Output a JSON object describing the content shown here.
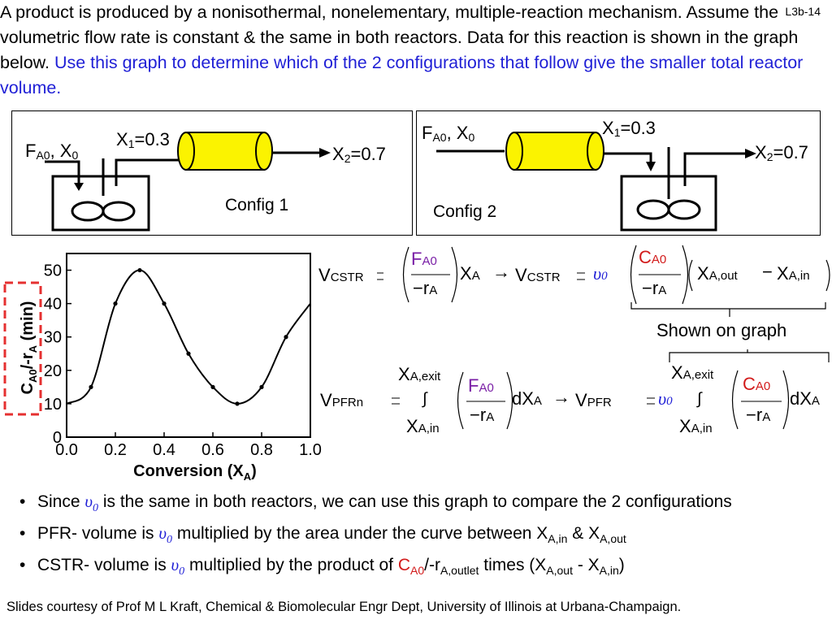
{
  "slide_number": "L3b-14",
  "intro_black": "A product is produced by a nonisothermal, nonelementary, multiple-reaction mechanism.  Assume the volumetric flow rate is constant & the same in both reactors. Data for this reaction is shown in the graph below.",
  "intro_blue": "Use this graph to determine which of the 2 configurations that follow give the smaller total reactor volume.",
  "config1": {
    "label": "Config 1",
    "x1": "X",
    "x1_sub": "1",
    "x1_val": "=0.3",
    "feed": "F",
    "feed_sub": "A0",
    "feed_x": ", X",
    "feed_x_sub": "0",
    "x2": "X",
    "x2_sub": "2",
    "x2_val": "=0.7"
  },
  "config2": {
    "label": "Config 2",
    "x1": "X",
    "x1_sub": "1",
    "x1_val": "=0.3",
    "feed": "F",
    "feed_sub": "A0",
    "feed_x": ", X",
    "feed_x_sub": "0",
    "x2": "X",
    "x2_sub": "2",
    "x2_val": "=0.7"
  },
  "eq_cstr": {
    "v": "V",
    "v_sub": "CSTR",
    "num1": "F",
    "num1_sub": "A0",
    "den1": "−r",
    "den1_sub": "A",
    "xa": "X",
    "xa_sub": "A",
    "arrow": "→",
    "v2": "V",
    "v2_sub": "CSTR",
    "nu": "υ",
    "nu_sub": "0",
    "num2": "C",
    "num2_sub": "A0",
    "den2": "−r",
    "den2_sub": "A",
    "xo": "X",
    "xo_sub": "A,out",
    "minus": "−",
    "xi": "X",
    "xi_sub": "A,in"
  },
  "shown_on_graph": "Shown on graph",
  "eq_pfr": {
    "v": "V",
    "v_sub": "PFRn",
    "upper": "X",
    "upper_sub": "A,exit",
    "lower": "X",
    "lower_sub": "A,in",
    "num1": "F",
    "num1_sub": "A0",
    "den1": "−r",
    "den1_sub": "A",
    "dx": "dX",
    "dx_sub": "A",
    "arrow": "→",
    "v2": "V",
    "v2_sub": "PFR",
    "nu": "υ",
    "nu_sub": "0",
    "num2": "C",
    "num2_sub": "A0",
    "den2": "−r",
    "den2_sub": "A"
  },
  "bullets": [
    {
      "a": "Since ",
      "nu": "υ",
      "nu_sub": "0",
      "b": " is the same in both reactors, we can use this graph to compare the 2 configurations"
    },
    {
      "a": "PFR- volume is ",
      "nu": "υ",
      "nu_sub": "0",
      "b": " multiplied by the area under the curve between X",
      "b_sub": "A,in",
      "c": " & X",
      "c_sub": "A,out"
    },
    {
      "a": "CSTR- volume is ",
      "nu": "υ",
      "nu_sub": "0",
      "b": " multiplied by the product of ",
      "red": "C",
      "red_sub": "A0",
      "c": "/-r",
      "c_sub": "A,outlet",
      "d": " times (X",
      "d_sub": "A,out",
      "e": " - X",
      "e_sub": "A,in",
      "f": ")"
    }
  ],
  "footer": "Slides courtesy of Prof M L Kraft, Chemical & Biomolecular Engr Dept, University of Illinois at Urbana-Champaign.",
  "chart_data": {
    "type": "line",
    "x": [
      0.0,
      0.1,
      0.2,
      0.3,
      0.4,
      0.5,
      0.6,
      0.7,
      0.8,
      0.9,
      1.0
    ],
    "y": [
      10,
      15,
      40,
      50,
      40,
      25,
      15,
      10,
      15,
      30,
      40
    ],
    "xlabel": "Conversion (X",
    "xlabel_sub": "A",
    "xlabel_end": ")",
    "ylabel": "C",
    "ylabel_sub1": "A0",
    "ylabel_mid": "/-r",
    "ylabel_sub2": "A",
    "ylabel_end": " (min)",
    "xticks": [
      "0.0",
      "0.2",
      "0.4",
      "0.6",
      "0.8",
      "1.0"
    ],
    "yticks": [
      "0",
      "10",
      "20",
      "30",
      "40",
      "50"
    ],
    "xlim": [
      0,
      1
    ],
    "ylim": [
      0,
      55
    ]
  }
}
